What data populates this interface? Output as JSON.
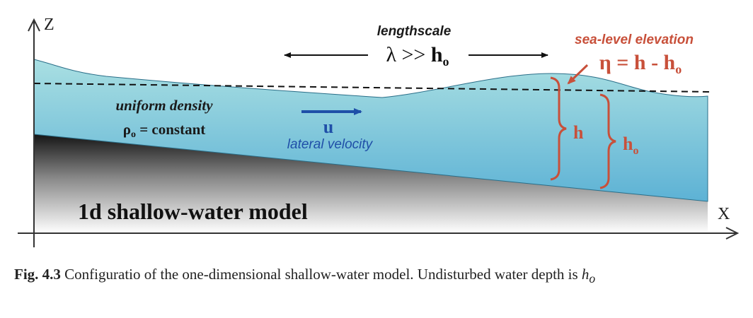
{
  "axes": {
    "z_label": "Z",
    "x_label": "X"
  },
  "lengthscale": {
    "title": "lengthscale",
    "relation_lhs": "λ >>",
    "relation_rhs": "h",
    "relation_sub": "o"
  },
  "sea_level": {
    "title": "sea-level elevation",
    "eq_lhs": "η = h - h",
    "eq_sub": "o"
  },
  "density": {
    "line1": "uniform density",
    "rho": "ρ",
    "rho_sub": "o",
    "rho_rest": " = constant"
  },
  "velocity": {
    "symbol": "u",
    "label": "lateral velocity"
  },
  "depth_h": "h",
  "depth_ho": {
    "main": "h",
    "sub": "o"
  },
  "model_title": "1d shallow-water model",
  "caption": {
    "fig_label": "Fig. 4.3",
    "text": " Configuratio  of the one-dimensional shallow-water model. Undisturbed water depth is ",
    "var": "h",
    "var_sub": "o"
  },
  "colors": {
    "water_top": "#a7dde0",
    "water_bottom": "#5fb3d6",
    "seabed_dark": "#1a1a1a",
    "accent_red": "#c8503a",
    "velocity_blue": "#1f4fa8",
    "text_dark": "#1a1a1a"
  }
}
